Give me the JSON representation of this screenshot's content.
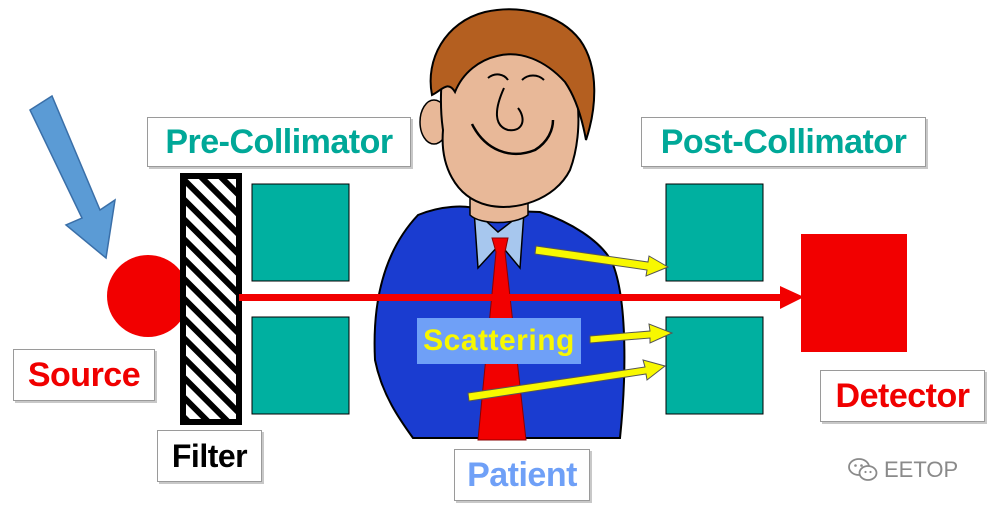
{
  "labels": {
    "pre_collimator": "Pre-Collimator",
    "post_collimator": "Post-Collimator",
    "source": "Source",
    "filter": "Filter",
    "patient": "Patient",
    "scattering": "Scattering",
    "detector": "Detector"
  },
  "watermark": {
    "text": "EETOP",
    "icon": "wechat-icon"
  },
  "colors": {
    "collimator": "#00b0a0",
    "source": "#f20000",
    "detector": "#f20000",
    "beam": "#f20000",
    "scatter_arrow": "#f8f800",
    "incoming_arrow": "#5b9bd5",
    "label_teal": "#00a898",
    "label_red": "#f00000",
    "label_blue": "#6fa0f7",
    "suit": "#1a3cd0",
    "skin": "#e8b898",
    "hair": "#b45f20"
  }
}
